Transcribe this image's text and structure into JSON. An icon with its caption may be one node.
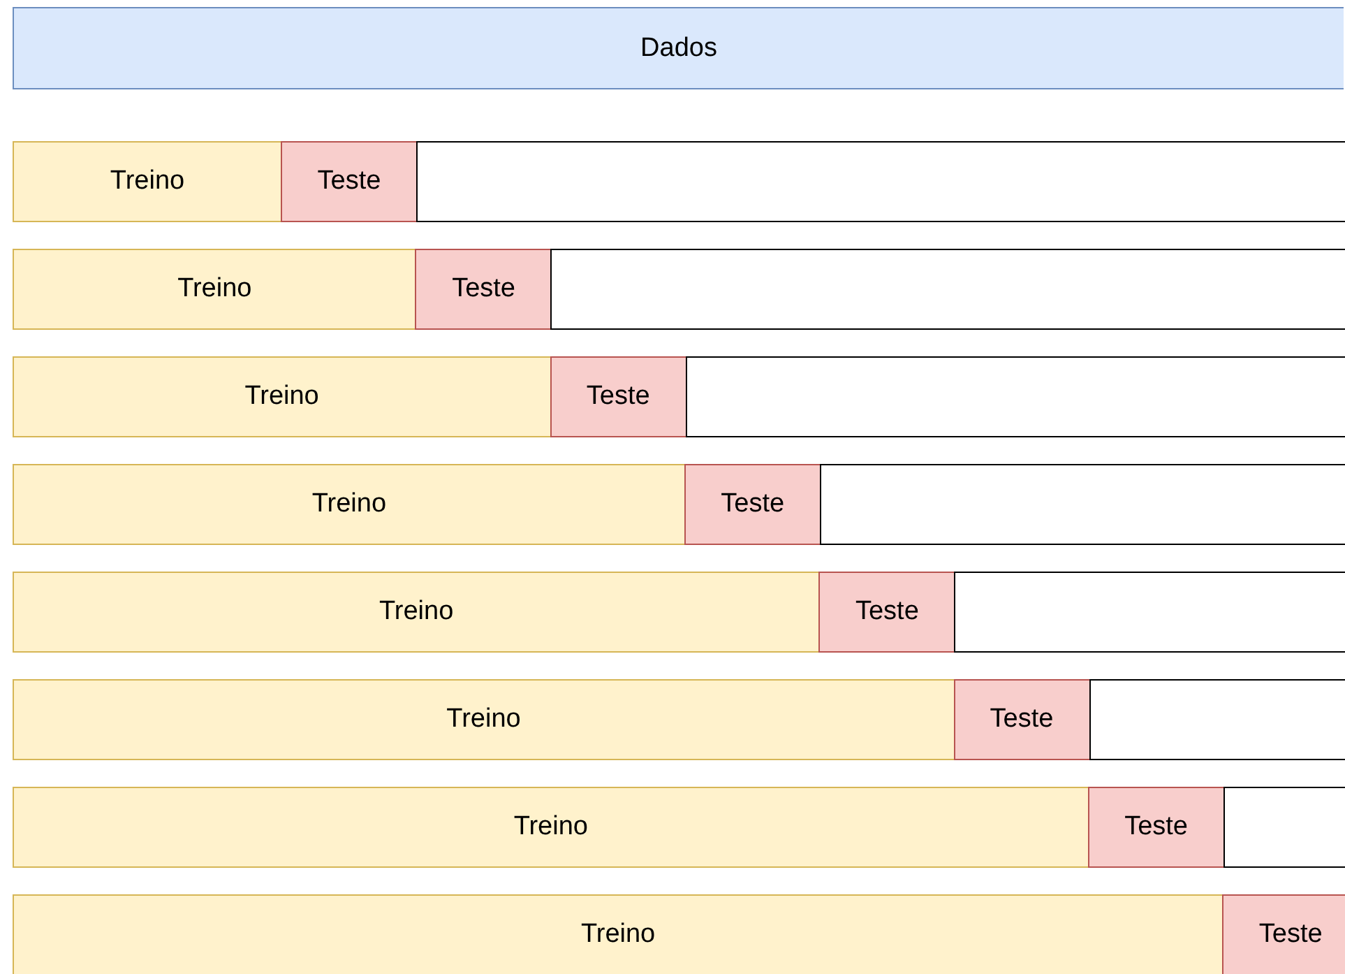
{
  "diagram": {
    "nodes": [
      {
        "text": [
          "Dados"
        ]
      },
      {
        "text": [
          "Treino"
        ]
      },
      {
        "text": [
          "Teste"
        ]
      },
      {
        "text": [],
        "shape": "box"
      },
      {
        "text": [
          "Treino"
        ]
      },
      {
        "text": [
          "Teste"
        ]
      },
      {
        "text": [],
        "shape": "box"
      },
      {
        "text": [
          "Treino"
        ]
      },
      {
        "text": [
          "Teste"
        ]
      },
      {
        "text": [],
        "shape": "box"
      },
      {
        "text": [
          "Treino"
        ]
      },
      {
        "text": [
          "Teste"
        ]
      },
      {
        "text": [],
        "shape": "box"
      },
      {
        "text": [
          "Treino"
        ]
      },
      {
        "text": [
          "Teste"
        ]
      },
      {
        "text": [],
        "shape": "box"
      },
      {
        "text": [
          "Treino"
        ]
      },
      {
        "text": [
          "Teste"
        ]
      },
      {
        "text": [],
        "shape": "box"
      },
      {
        "text": [
          "Treino"
        ]
      },
      {
        "text": [
          "Teste"
        ]
      },
      {
        "text": [],
        "shape": "box"
      },
      {
        "text": [
          "Treino"
        ]
      },
      {
        "text": [
          "Teste"
        ]
      }
    ]
  }
}
